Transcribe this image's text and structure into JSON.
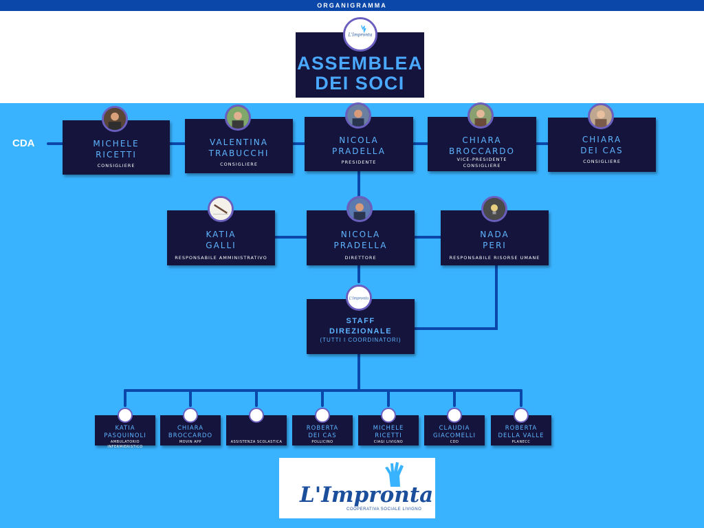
{
  "header": {
    "title": "ORGANIGRAMMA"
  },
  "assemblea": {
    "title": "ASSEMBLEA\nDEI SOCI"
  },
  "cda_label": "CDA",
  "cda": [
    {
      "name": "MICHELE\nRICETTI",
      "role": "CONSIGLIERE"
    },
    {
      "name": "VALENTINA\nTRABUCCHI",
      "role": "CONSIGLIERE"
    },
    {
      "name": "NICOLA\nPRADELLA",
      "role": "PRESIDENTE"
    },
    {
      "name": "CHIARA\nBROCCARDO",
      "role": "VICE-PRESIDENTE\nCONSIGLIERE"
    },
    {
      "name": "CHIARA\nDEI CAS",
      "role": "CONSIGLIERE"
    }
  ],
  "direzione": [
    {
      "name": "KATIA\nGALLI",
      "role": "RESPONSABILE AMMINISTRATIVO"
    },
    {
      "name": "NICOLA\nPRADELLA",
      "role": "DIRETTORE"
    },
    {
      "name": "NADA\nPERI",
      "role": "RESPONSABILE RISORSE UMANE"
    }
  ],
  "staff": {
    "title": "STAFF\nDIREZIONALE",
    "subtitle": "(TUTTI I COORDINATORI)"
  },
  "services": [
    {
      "name": "KATIA\nPASQUINOLI",
      "role": "AMBULATORIO INFERMIERISTICO"
    },
    {
      "name": "CHIARA\nBROCCARDO",
      "role": "MOVIN APP"
    },
    {
      "name": "",
      "role": "ASSISTENZA SCOLASTICA"
    },
    {
      "name": "ROBERTA\nDEI CAS",
      "role": "POLLICINO"
    },
    {
      "name": "MICHELE\nRICETTI",
      "role": "CIAGI LIVIGNO"
    },
    {
      "name": "CLAUDIA\nGIACOMELLI",
      "role": "CDD"
    },
    {
      "name": "ROBERTA\nDELLA VALLE",
      "role": "PLANECC"
    }
  ],
  "brand": {
    "logo_text": "L'Impronta",
    "subtitle": "COOPERATIVA SOCIALE LIVIGNO",
    "small_logo_text": "L'Impronta"
  },
  "colors": {
    "navy": "#14143c",
    "blue_bg": "#3ab3ff",
    "accent": "#0a47a8",
    "text_blue": "#5fb5ff"
  }
}
